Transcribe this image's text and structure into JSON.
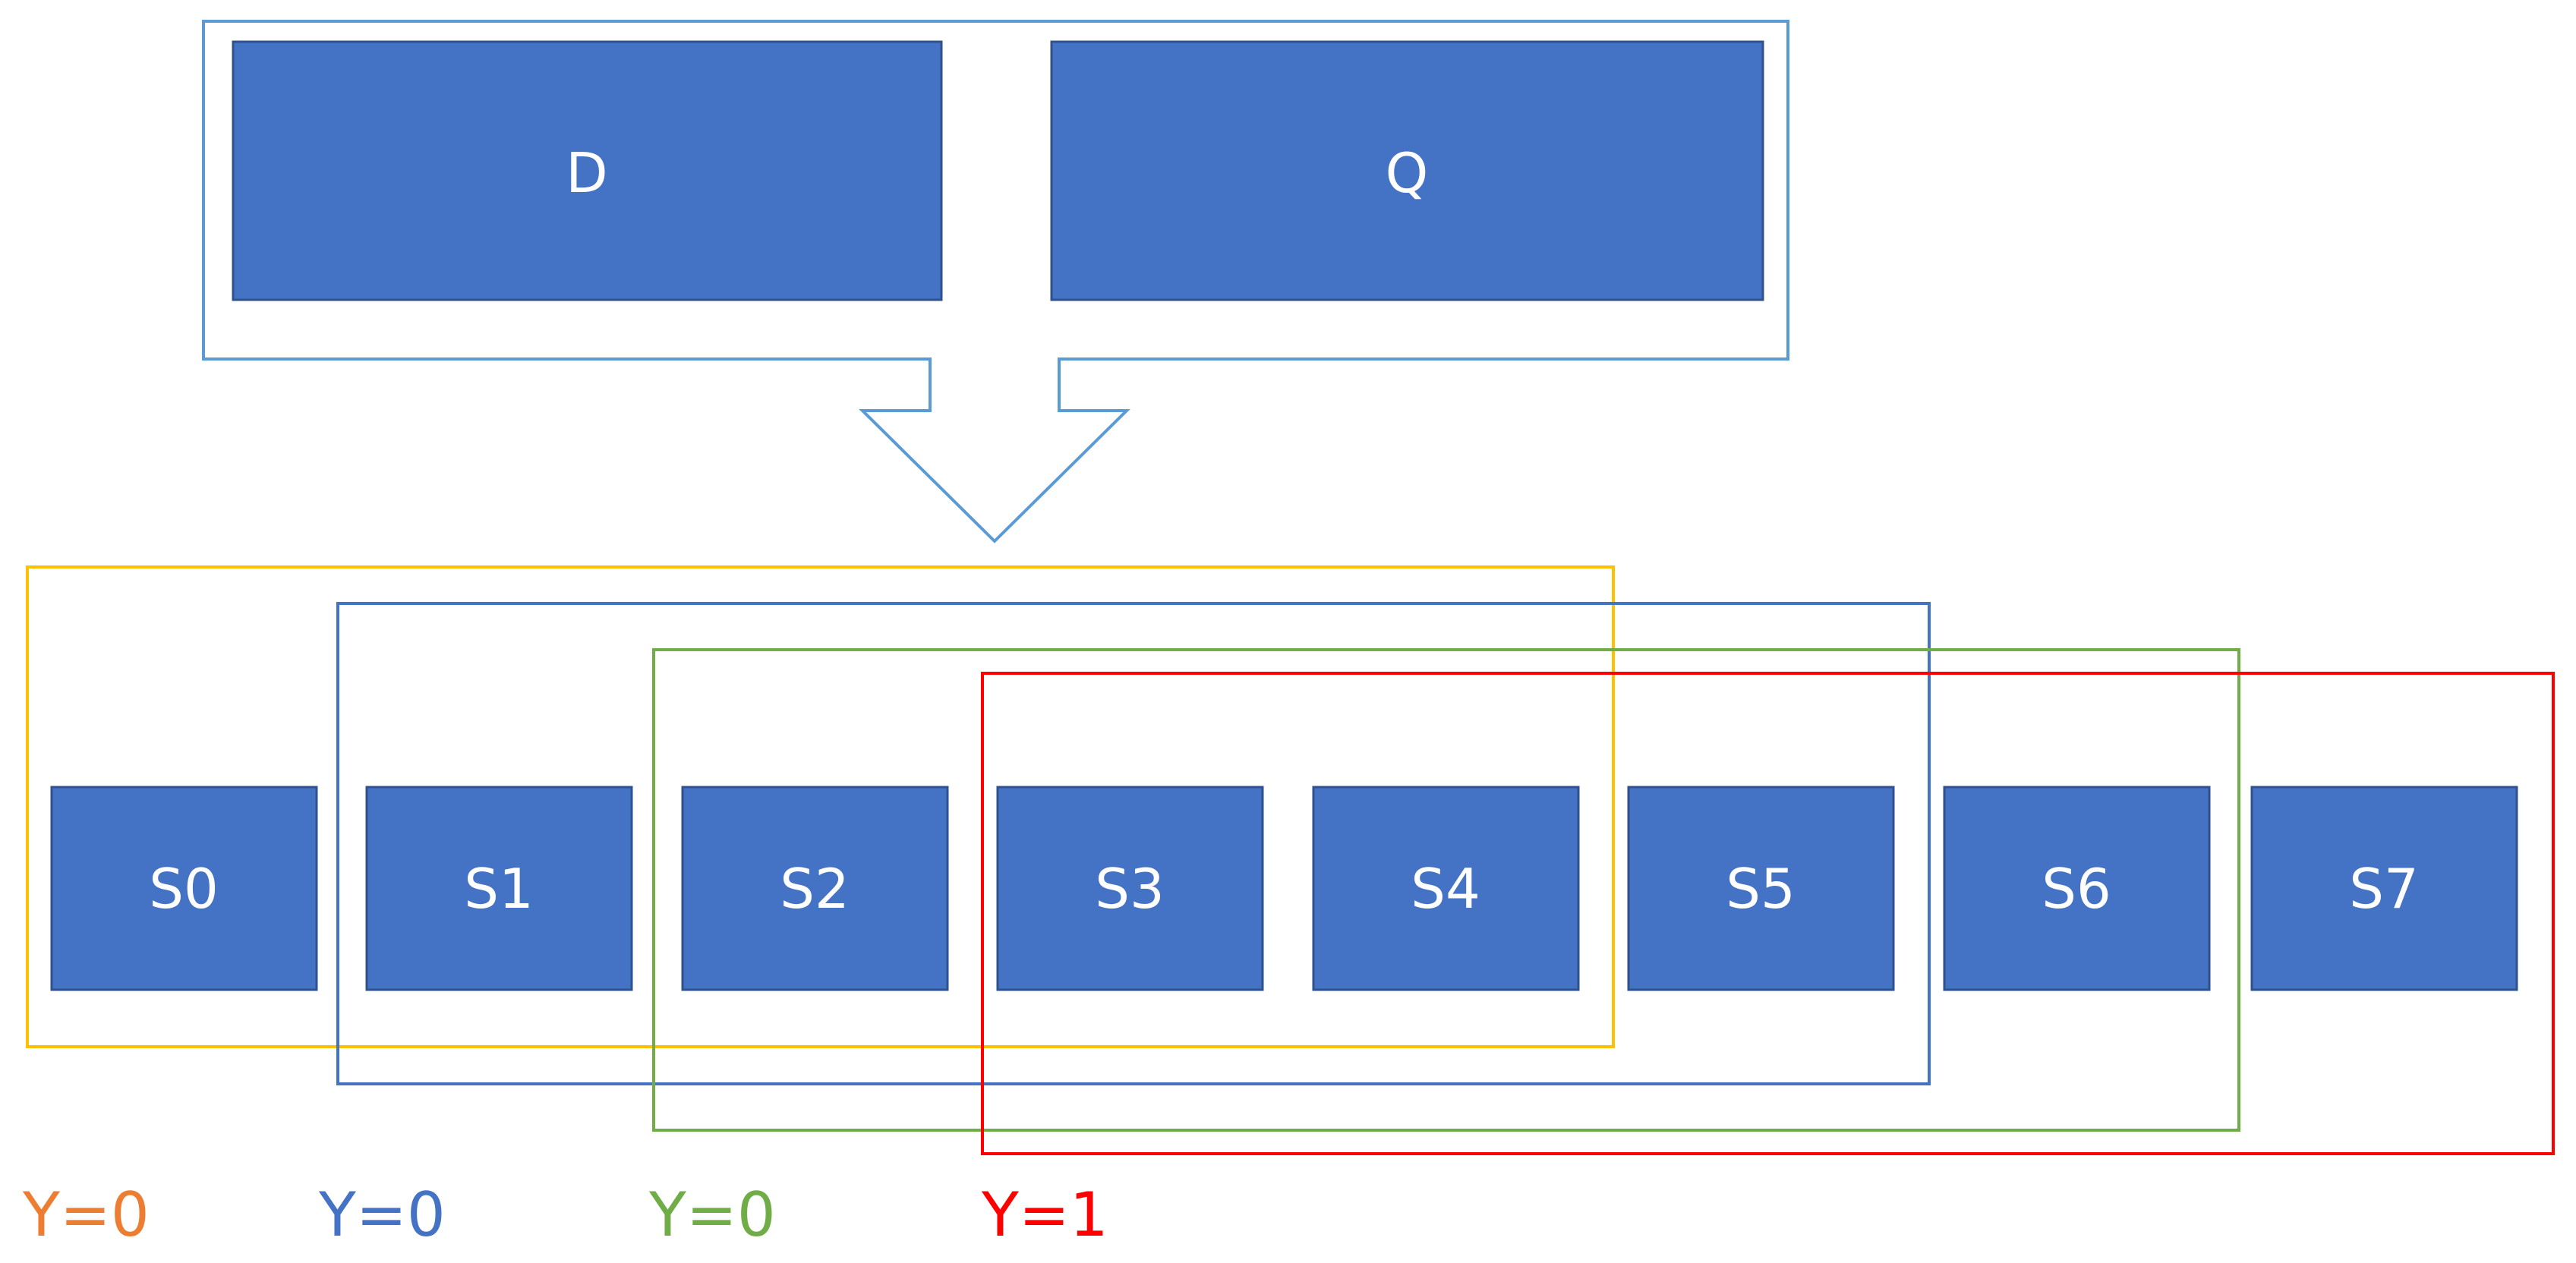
{
  "inputs": {
    "d_label": "D",
    "q_label": "Q"
  },
  "slots": [
    "S0",
    "S1",
    "S2",
    "S3",
    "S4",
    "S5",
    "S6",
    "S7"
  ],
  "windows": [
    {
      "label": "Y=0",
      "color": "#F5A623"
    },
    {
      "label": "Y=0",
      "color": "#4472C4"
    },
    {
      "label": "Y=0",
      "color": "#70AD47"
    },
    {
      "label": "Y=1",
      "color": "#FF0000"
    }
  ],
  "colors": {
    "box_fill": "#4472C4",
    "box_stroke": "#2F528F",
    "arrow_frame": "#5B9BD5",
    "window_orange": "#FFC000",
    "window_blue": "#4472C4",
    "window_green": "#70AD47",
    "window_red": "#FF0000",
    "label_orange": "#ED7D31"
  }
}
